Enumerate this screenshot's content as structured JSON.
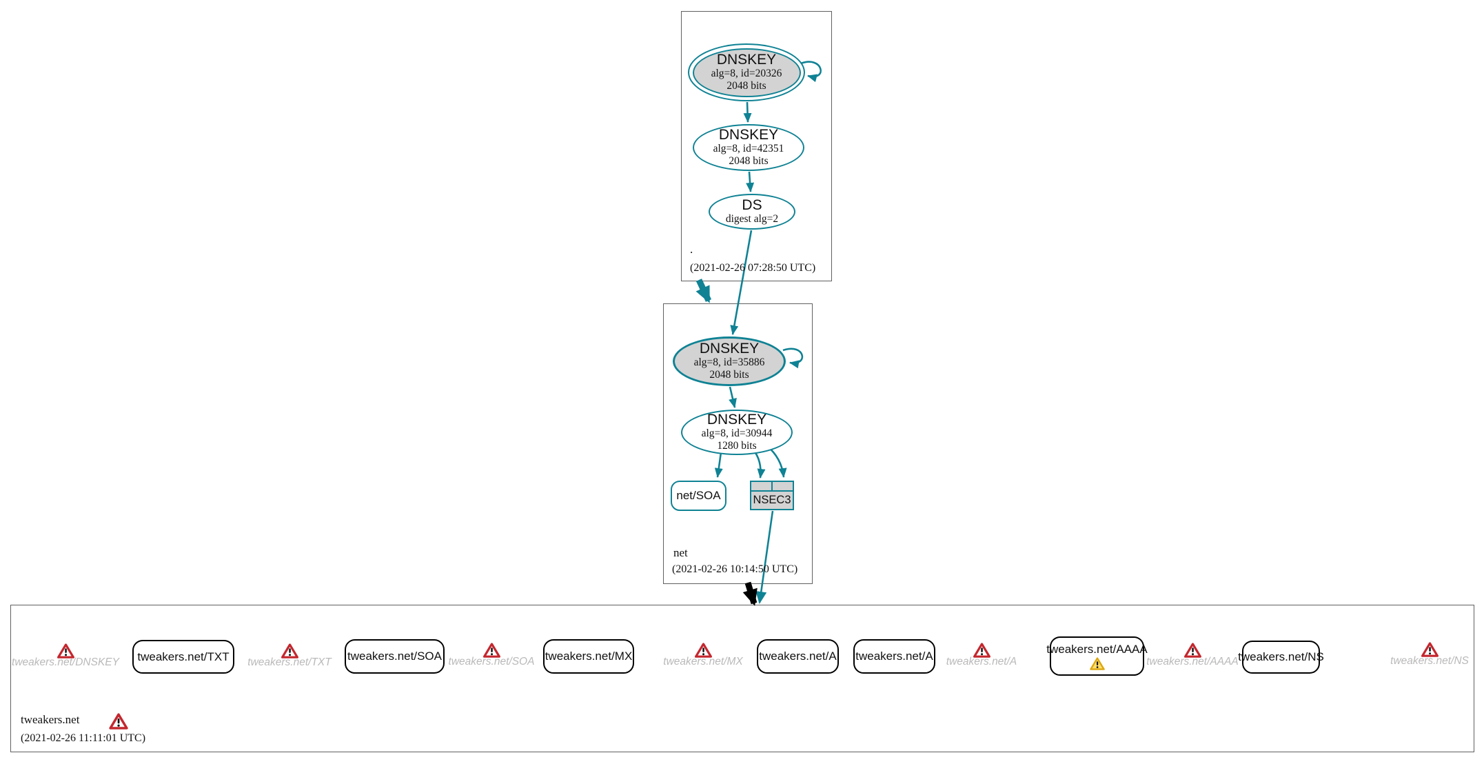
{
  "diagram_type": "dnssec-authentication-chain",
  "colors": {
    "secure_teal": "#0f8294",
    "node_fill_gray": "#d3d3d3",
    "warning_red": "#c4272e",
    "warning_yellow_fill": "#ffdf6b",
    "warning_yellow_stroke": "#dca712",
    "insecure_black": "#000000",
    "muted_label_gray": "#b9b9b9"
  },
  "zones": {
    "root": {
      "label": ".",
      "timestamp": "(2021-02-26 07:28:50 UTC)"
    },
    "net": {
      "label": "net",
      "timestamp": "(2021-02-26 10:14:50 UTC)"
    },
    "tweakers": {
      "label": "tweakers.net",
      "timestamp": "(2021-02-26 11:11:01 UTC)"
    }
  },
  "nodes": {
    "root_ksk": {
      "title": "DNSKEY",
      "detail1": "alg=8, id=20326",
      "detail2": "2048 bits"
    },
    "root_zsk": {
      "title": "DNSKEY",
      "detail1": "alg=8, id=42351",
      "detail2": "2048 bits"
    },
    "root_ds": {
      "title": "DS",
      "detail1": "digest alg=2"
    },
    "net_ksk": {
      "title": "DNSKEY",
      "detail1": "alg=8, id=35886",
      "detail2": "2048 bits"
    },
    "net_zsk": {
      "title": "DNSKEY",
      "detail1": "alg=8, id=30944",
      "detail2": "1280 bits"
    },
    "net_soa": {
      "label": "net/SOA"
    },
    "net_nsec3": {
      "label": "NSEC3"
    }
  },
  "bottom_items": [
    {
      "kind": "warning",
      "label": "tweakers.net/DNSKEY"
    },
    {
      "kind": "rrset",
      "label": "tweakers.net/TXT"
    },
    {
      "kind": "warning",
      "label": "tweakers.net/TXT"
    },
    {
      "kind": "rrset",
      "label": "tweakers.net/SOA"
    },
    {
      "kind": "warning",
      "label": "tweakers.net/SOA"
    },
    {
      "kind": "rrset",
      "label": "tweakers.net/MX"
    },
    {
      "kind": "warning",
      "label": "tweakers.net/MX"
    },
    {
      "kind": "rrset",
      "label": "tweakers.net/A"
    },
    {
      "kind": "rrset",
      "label": "tweakers.net/A"
    },
    {
      "kind": "warning",
      "label": "tweakers.net/A"
    },
    {
      "kind": "rrset-with-warning",
      "label": "tweakers.net/AAAA"
    },
    {
      "kind": "warning",
      "label": "tweakers.net/AAAA"
    },
    {
      "kind": "rrset",
      "label": "tweakers.net/NS"
    },
    {
      "kind": "warning",
      "label": "tweakers.net/NS"
    }
  ]
}
